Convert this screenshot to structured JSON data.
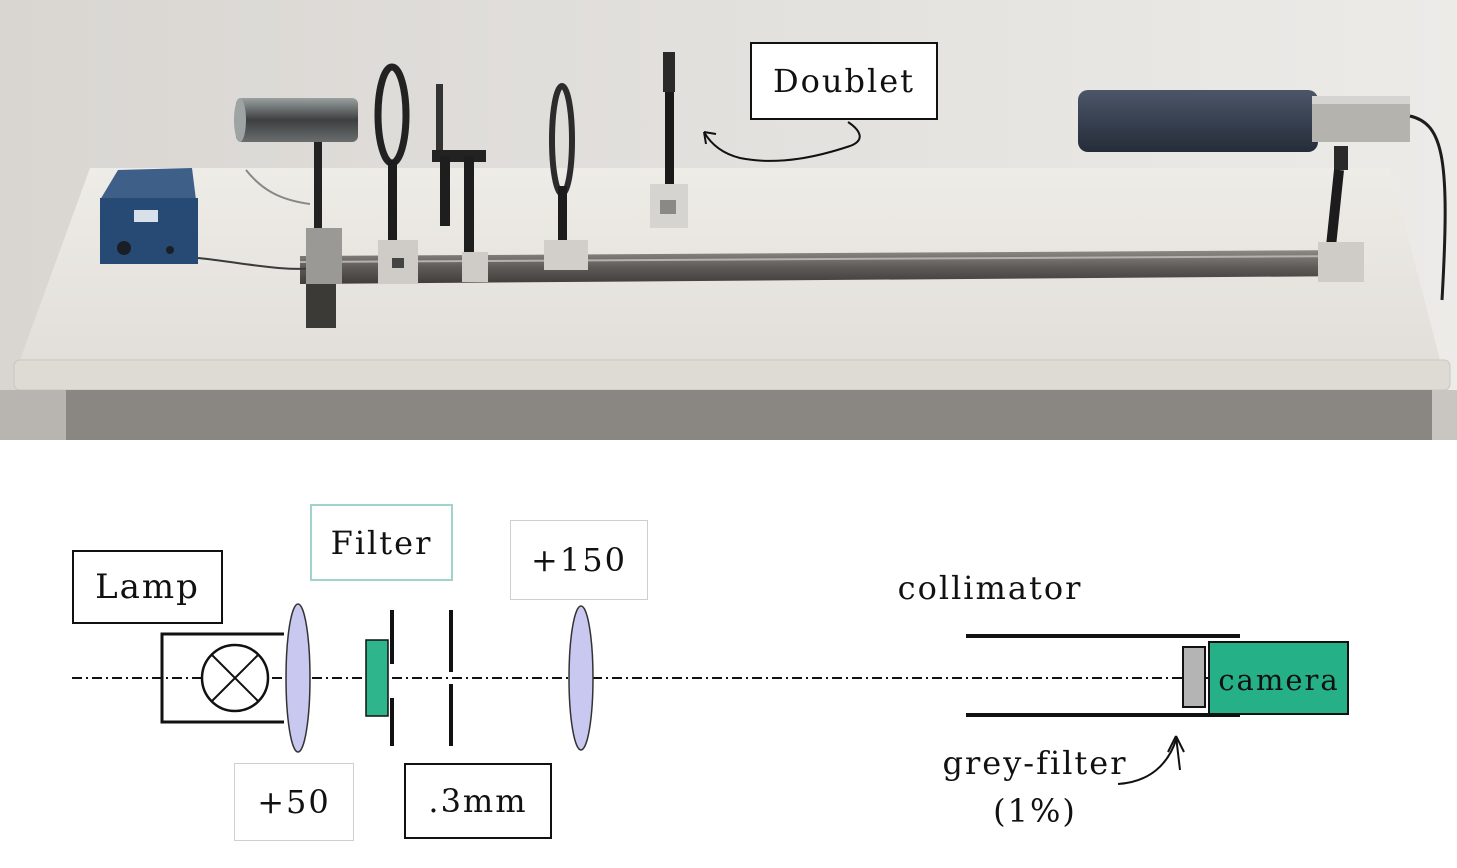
{
  "photo": {
    "callout": "Doublet"
  },
  "diagram": {
    "labels": {
      "lamp": "Lamp",
      "filter": "Filter",
      "lens_150": "+150",
      "collimator": "collimator",
      "camera": "camera",
      "lens_50": "+50",
      "slit": ".3mm",
      "grey_filter": "grey-filter",
      "grey_filter_pct": "(1%)"
    },
    "colors": {
      "lens": "#c8c8f0",
      "filter": "#2fb58c",
      "camera": "#25b088",
      "grey_filter": "#b4b4b4"
    }
  }
}
